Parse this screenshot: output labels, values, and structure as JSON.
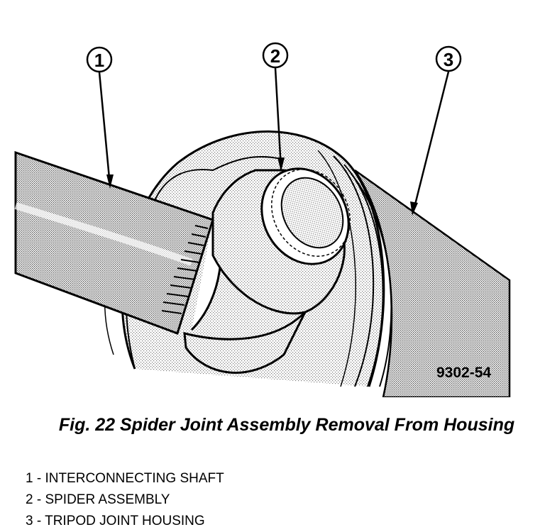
{
  "figure": {
    "code": "9302-54",
    "callouts": [
      "1",
      "2",
      "3"
    ]
  },
  "caption": "Fig. 22 Spider Joint Assembly Removal From Housing",
  "legend": [
    "1 - INTERCONNECTING SHAFT",
    "2 - SPIDER ASSEMBLY",
    "3 - TRIPOD JOINT HOUSING"
  ]
}
